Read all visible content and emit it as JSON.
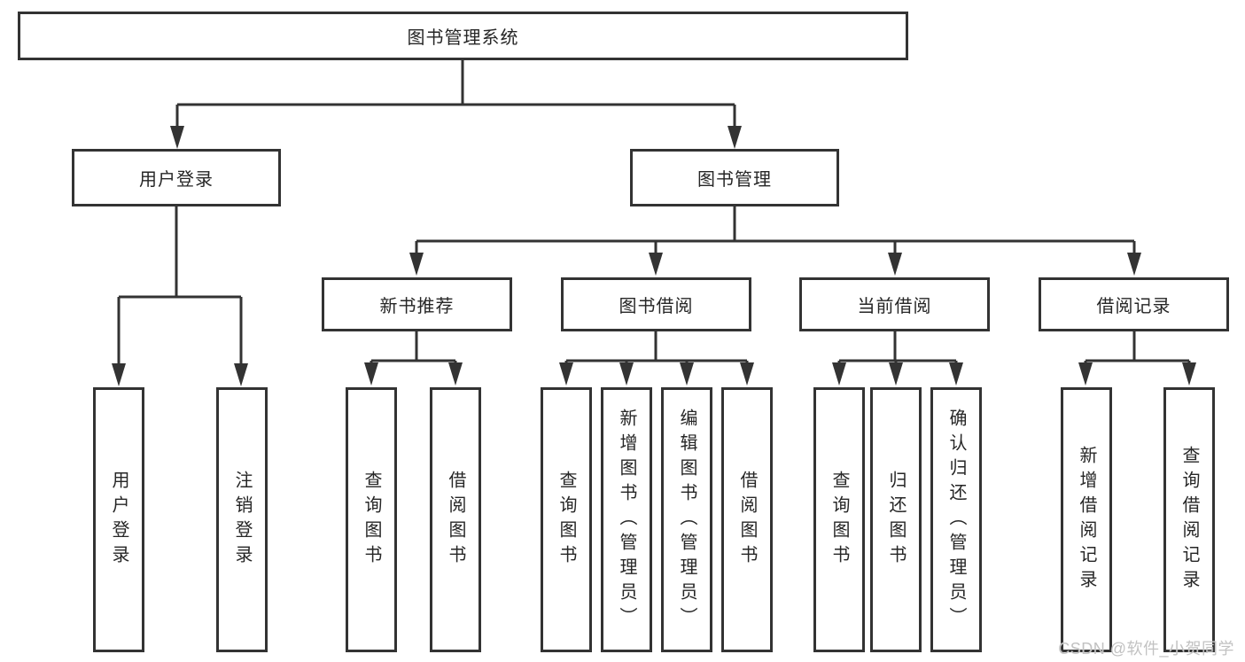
{
  "diagram": {
    "root": {
      "label": "图书管理系统"
    },
    "branches": [
      {
        "label": "用户登录",
        "children": [
          {
            "label": "用户登录"
          },
          {
            "label": "注销登录"
          }
        ]
      },
      {
        "label": "图书管理",
        "children": [
          {
            "label": "新书推荐",
            "children": [
              {
                "label": "查询图书"
              },
              {
                "label": "借阅图书"
              }
            ]
          },
          {
            "label": "图书借阅",
            "children": [
              {
                "label": "查询图书"
              },
              {
                "label": "新增图书（管理员）"
              },
              {
                "label": "编辑图书（管理员）"
              },
              {
                "label": "借阅图书"
              }
            ]
          },
          {
            "label": "当前借阅",
            "children": [
              {
                "label": "查询图书"
              },
              {
                "label": "归还图书"
              },
              {
                "label": "确认归还（管理员）"
              }
            ]
          },
          {
            "label": "借阅记录",
            "children": [
              {
                "label": "新增借阅记录"
              },
              {
                "label": "查询借阅记录"
              }
            ]
          }
        ]
      }
    ]
  },
  "watermark": {
    "text": "CSDN @软件_小贺同学"
  },
  "colors": {
    "line": "#333333",
    "box_border": "#333333",
    "text": "#262626",
    "watermark": "#c2c2c2",
    "background": "#ffffff"
  }
}
